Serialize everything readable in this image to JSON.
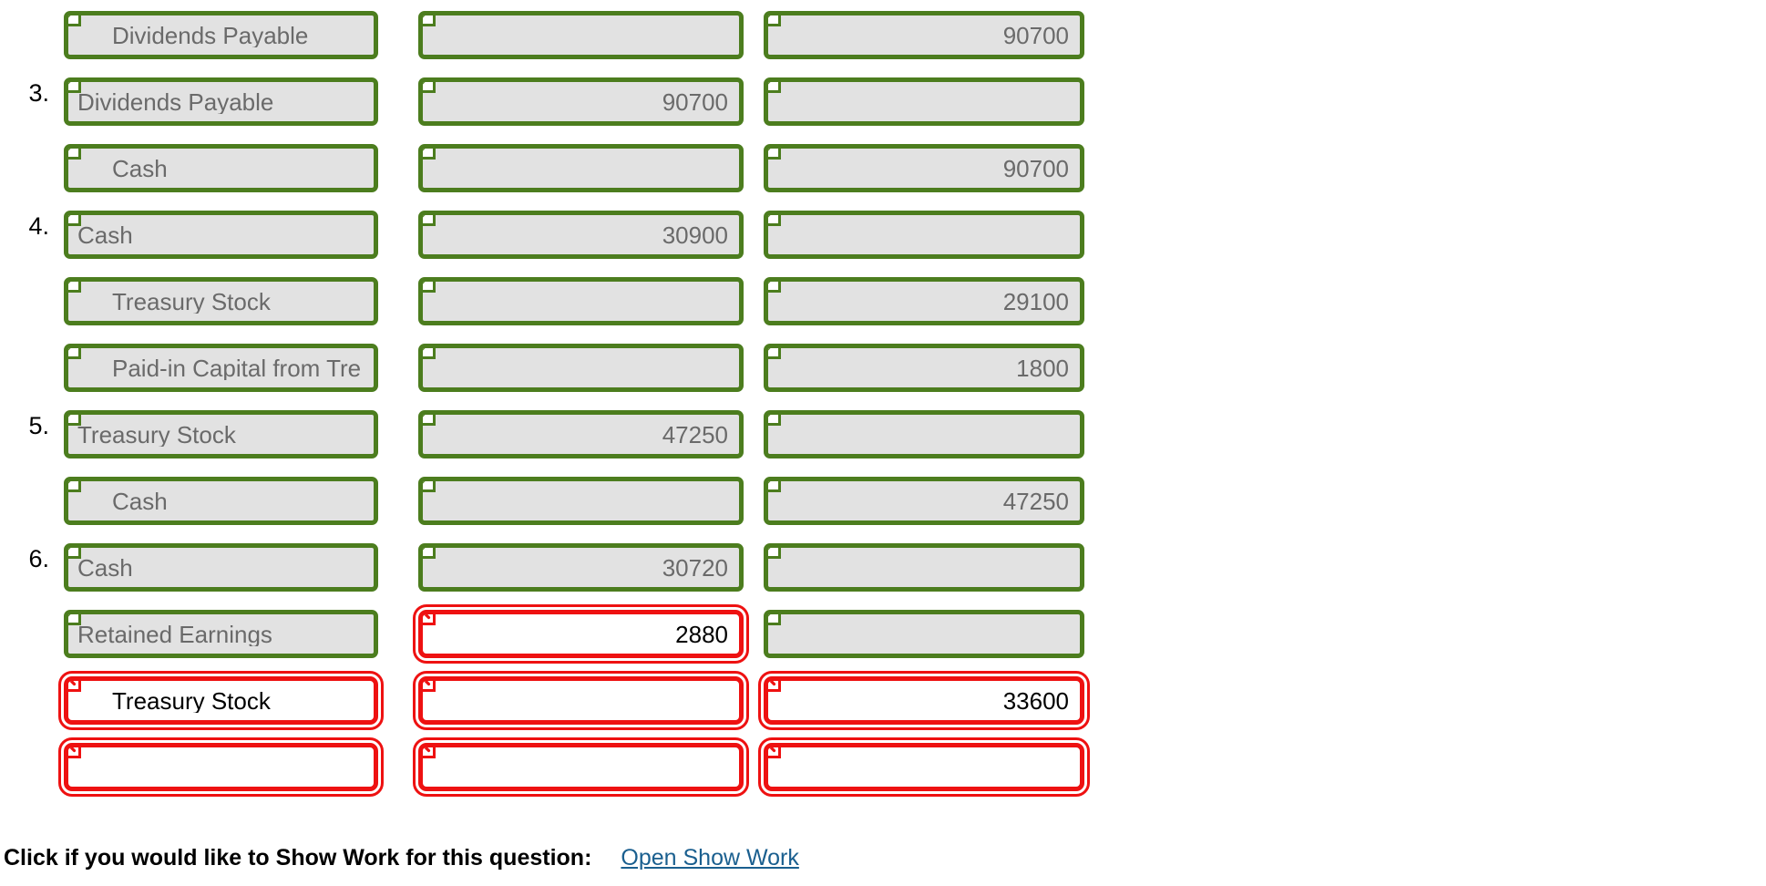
{
  "icons": {
    "ok": "check-icon",
    "bad": "cross-icon"
  },
  "journal": {
    "rows": [
      {
        "number": "",
        "indent": true,
        "account": {
          "value": "Dividends Payable",
          "status": "ok"
        },
        "debit": {
          "value": "",
          "status": "ok"
        },
        "credit": {
          "value": "90700",
          "status": "ok"
        }
      },
      {
        "number": "3.",
        "indent": false,
        "account": {
          "value": "Dividends Payable",
          "status": "ok"
        },
        "debit": {
          "value": "90700",
          "status": "ok"
        },
        "credit": {
          "value": "",
          "status": "ok"
        }
      },
      {
        "number": "",
        "indent": true,
        "account": {
          "value": "Cash",
          "status": "ok"
        },
        "debit": {
          "value": "",
          "status": "ok"
        },
        "credit": {
          "value": "90700",
          "status": "ok"
        }
      },
      {
        "number": "4.",
        "indent": false,
        "account": {
          "value": "Cash",
          "status": "ok"
        },
        "debit": {
          "value": "30900",
          "status": "ok"
        },
        "credit": {
          "value": "",
          "status": "ok"
        }
      },
      {
        "number": "",
        "indent": true,
        "account": {
          "value": "Treasury Stock",
          "status": "ok"
        },
        "debit": {
          "value": "",
          "status": "ok"
        },
        "credit": {
          "value": "29100",
          "status": "ok"
        }
      },
      {
        "number": "",
        "indent": true,
        "account": {
          "value": "Paid-in Capital from Tre",
          "status": "ok"
        },
        "debit": {
          "value": "",
          "status": "ok"
        },
        "credit": {
          "value": "1800",
          "status": "ok"
        }
      },
      {
        "number": "5.",
        "indent": false,
        "account": {
          "value": "Treasury Stock",
          "status": "ok"
        },
        "debit": {
          "value": "47250",
          "status": "ok"
        },
        "credit": {
          "value": "",
          "status": "ok"
        }
      },
      {
        "number": "",
        "indent": true,
        "account": {
          "value": "Cash",
          "status": "ok"
        },
        "debit": {
          "value": "",
          "status": "ok"
        },
        "credit": {
          "value": "47250",
          "status": "ok"
        }
      },
      {
        "number": "6.",
        "indent": false,
        "account": {
          "value": "Cash",
          "status": "ok"
        },
        "debit": {
          "value": "30720",
          "status": "ok"
        },
        "credit": {
          "value": "",
          "status": "ok"
        }
      },
      {
        "number": "",
        "indent": false,
        "account": {
          "value": "Retained Earnings",
          "status": "ok"
        },
        "debit": {
          "value": "2880",
          "status": "bad"
        },
        "credit": {
          "value": "",
          "status": "ok"
        }
      },
      {
        "number": "",
        "indent": true,
        "account": {
          "value": "Treasury Stock",
          "status": "bad"
        },
        "debit": {
          "value": "",
          "status": "bad"
        },
        "credit": {
          "value": "33600",
          "status": "bad"
        }
      },
      {
        "number": "",
        "indent": false,
        "account": {
          "value": "",
          "status": "bad"
        },
        "debit": {
          "value": "",
          "status": "bad"
        },
        "credit": {
          "value": "",
          "status": "bad"
        }
      }
    ]
  },
  "footer": {
    "prompt": "Click if you would like to Show Work for this question:",
    "link": "Open Show Work"
  },
  "colors": {
    "correct": "#4c7d1e",
    "incorrect": "#ee1111",
    "field_bg": "#e2e2e2",
    "field_text": "#6a6a6a",
    "link": "#1a5f8f"
  }
}
